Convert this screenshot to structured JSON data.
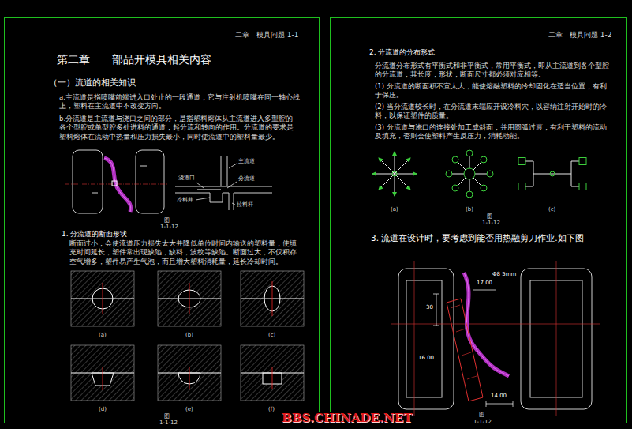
{
  "diagram": {
    "nodes": [
      {
        "text": [
          "二章　模具问题 1-1",
          "第二章　　部品开模具相关内容",
          "（一）流道的相关知识",
          "a.主流道是指喷嘴前端进入口处止的一段通道，它与注射机喷嘴在同一轴心线上，塑料在主流道中不改变方向。",
          "b.分流道是主流道与浇口之间的部分，是指塑料熔体从主流道进入多型腔的各个型腔或单型腔多处进料的通道，起分流和转向的作用。分流道的要求是塑料熔体在流动中热量和压力损失最小，同时使流道中的塑料量最少。",
          "1. 分流道的断面形状",
          "断面过小，会使流道压力损失太大并降低单位时间内输送的塑料量，使填充时间延长，塑件常出现缺陷，缺料，波纹等缺陷。断面过大，不仅积存空气增多，塑件易产生气泡，而且增大塑料消耗量，延长冷却时间。"
        ]
      },
      {
        "text": [
          "二章　模具问题 1-2",
          "2. 分流道的分布形式",
          "分流道分布形式有平衡式和非平衡式，常用平衡式，即从主流道到各个型腔的分流道，其长度，形状，断面尺寸都必须对应相等。",
          "(1) 分流道的断面积不宜太大，能使熔融塑料的冷却固化在适当位置，有利于保压。",
          "(2) 当分流道较长时，在分流道末端应开设冷料穴，以容纳注射开始时的冷料，以保证塑件的质量。",
          "(3) 分流道与浇口的连接处加工成斜面，并用圆弧过渡，有利于塑料的流动及填充，否则会使塑料产生反压力，消耗动能。",
          "3. 流道在设计时，要考虑到能否用热融剪刀作业.如下图"
        ]
      }
    ],
    "labels": [
      "主流道",
      "浇道口",
      "分流道",
      "冷料井",
      "拉料杆",
      "图",
      "1-1-12",
      "(a)",
      "(b)",
      "(c)",
      "(d)",
      "(e)",
      "(f)",
      "图",
      "1-1-12",
      "(a)",
      "(b)",
      "(c)",
      "图",
      "1-1-12",
      "30",
      "17.00",
      "Φ8 5mm",
      "16.00",
      "14.00",
      "图",
      "1-1-12",
      "BBS.CHINADE.NET"
    ]
  }
}
